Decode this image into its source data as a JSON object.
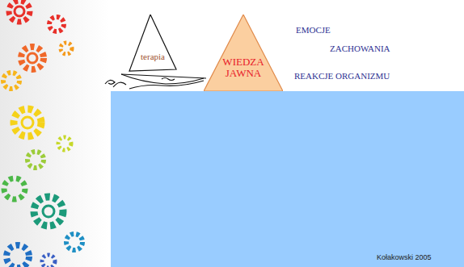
{
  "diagram": {
    "nodes": [
      {
        "text": [
          "terapia"
        ]
      },
      {
        "text": [
          "WIEDZA JAWNA"
        ]
      }
    ],
    "labels": [
      "EMOCJE",
      "ZACHOWANIA",
      "REAKCJE ORGANIZMU",
      "Kołakowski 2005"
    ]
  }
}
